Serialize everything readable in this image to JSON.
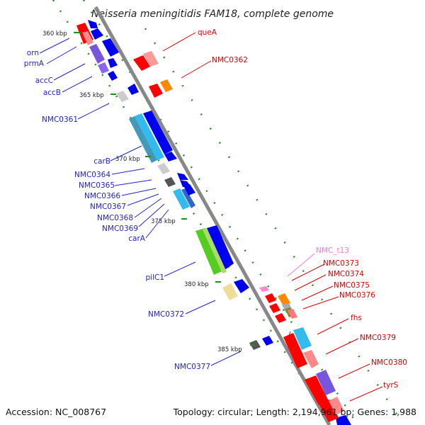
{
  "title": "Neisseria meningitidis FAM18, complete genome",
  "footer": {
    "accession": "Accession: NC_008767",
    "topology": "Topology: circular; Length: 2,194,961 bp; Genes: 1,988"
  },
  "scale_labels": [
    "360 kbp",
    "365 kbp",
    "370 kbp",
    "375 kbp",
    "380 kbp",
    "385 kbp"
  ],
  "labels_left": [
    "orn",
    "prmA",
    "accC",
    "accB",
    "NMC0361",
    "carB",
    "NMC0364",
    "NMC0365",
    "NMC0366",
    "NMC0367",
    "NMC0368",
    "NMC0369",
    "carA",
    "pilC1",
    "NMC0372",
    "NMC0377"
  ],
  "labels_right": [
    "queA",
    "NMC0362",
    "NMC_t13",
    "NMC0373",
    "NMC0374",
    "NMC0375",
    "NMC0376",
    "fhs",
    "NMC0379",
    "NMC0380",
    "tyrS"
  ],
  "colors": {
    "backbone": "#888888",
    "forward_cds": "#ff0000",
    "reverse_cds": "#0000ee",
    "gc_ticks": "#228822",
    "left_label": "#2222cc",
    "right_label": "#dd0000",
    "trna_label": "#ff77cc"
  }
}
